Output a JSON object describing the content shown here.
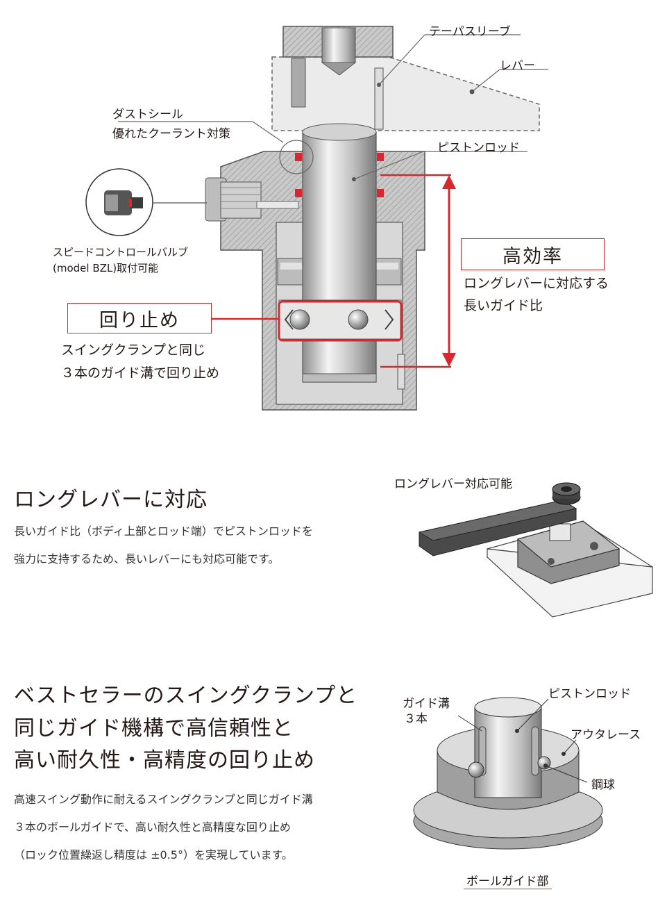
{
  "diagram": {
    "callouts": {
      "taper_sleeve": "テーパスリーブ",
      "lever": "レバー",
      "dust_seal_line1": "ダストシール",
      "dust_seal_line2": "優れたクーラント対策",
      "piston_rod": "ピストンロッド",
      "speed_valve_line1": "スピードコントロールバルブ",
      "speed_valve_line2": "(model BZL)取付可能"
    },
    "efficiency": {
      "label": "高効率",
      "desc_line1": "ロングレバーに対応する",
      "desc_line2": "長いガイド比"
    },
    "rotation_stop": {
      "label": "回り止め",
      "desc_line1": "スイングクランプと同じ",
      "desc_line2": "３本のガイド溝で回り止め"
    }
  },
  "section_long_lever": {
    "heading": "ロングレバーに対応",
    "body_line1": "長いガイド比（ボディ上部とロッド端）でピストンロッドを",
    "body_line2": "強力に支持するため、長いレバーにも対応可能です。",
    "figure_caption": "ロングレバー対応可能"
  },
  "section_guide": {
    "heading_line1": "ベストセラーのスイングクランプと",
    "heading_line2": "同じガイド機構で高信頼性と",
    "heading_line3": "高い耐久性・高精度の回り止め",
    "body_line1": "高速スイング動作に耐えるスイングクランプと同じガイド溝",
    "body_line2": "３本のボールガイドで、高い耐久性と高精度な回り止め",
    "body_line3": "（ロック位置繰返し精度は ±0.5°）を実現しています。",
    "figure": {
      "guide_groove_line1": "ガイド溝",
      "guide_groove_line2": "３本",
      "piston_rod": "ピストンロッド",
      "outer_race": "アウタレース",
      "steel_ball": "鋼球",
      "caption": "ボールガイド部"
    }
  },
  "colors": {
    "accent_red": "#d7282f",
    "text": "#231815"
  }
}
